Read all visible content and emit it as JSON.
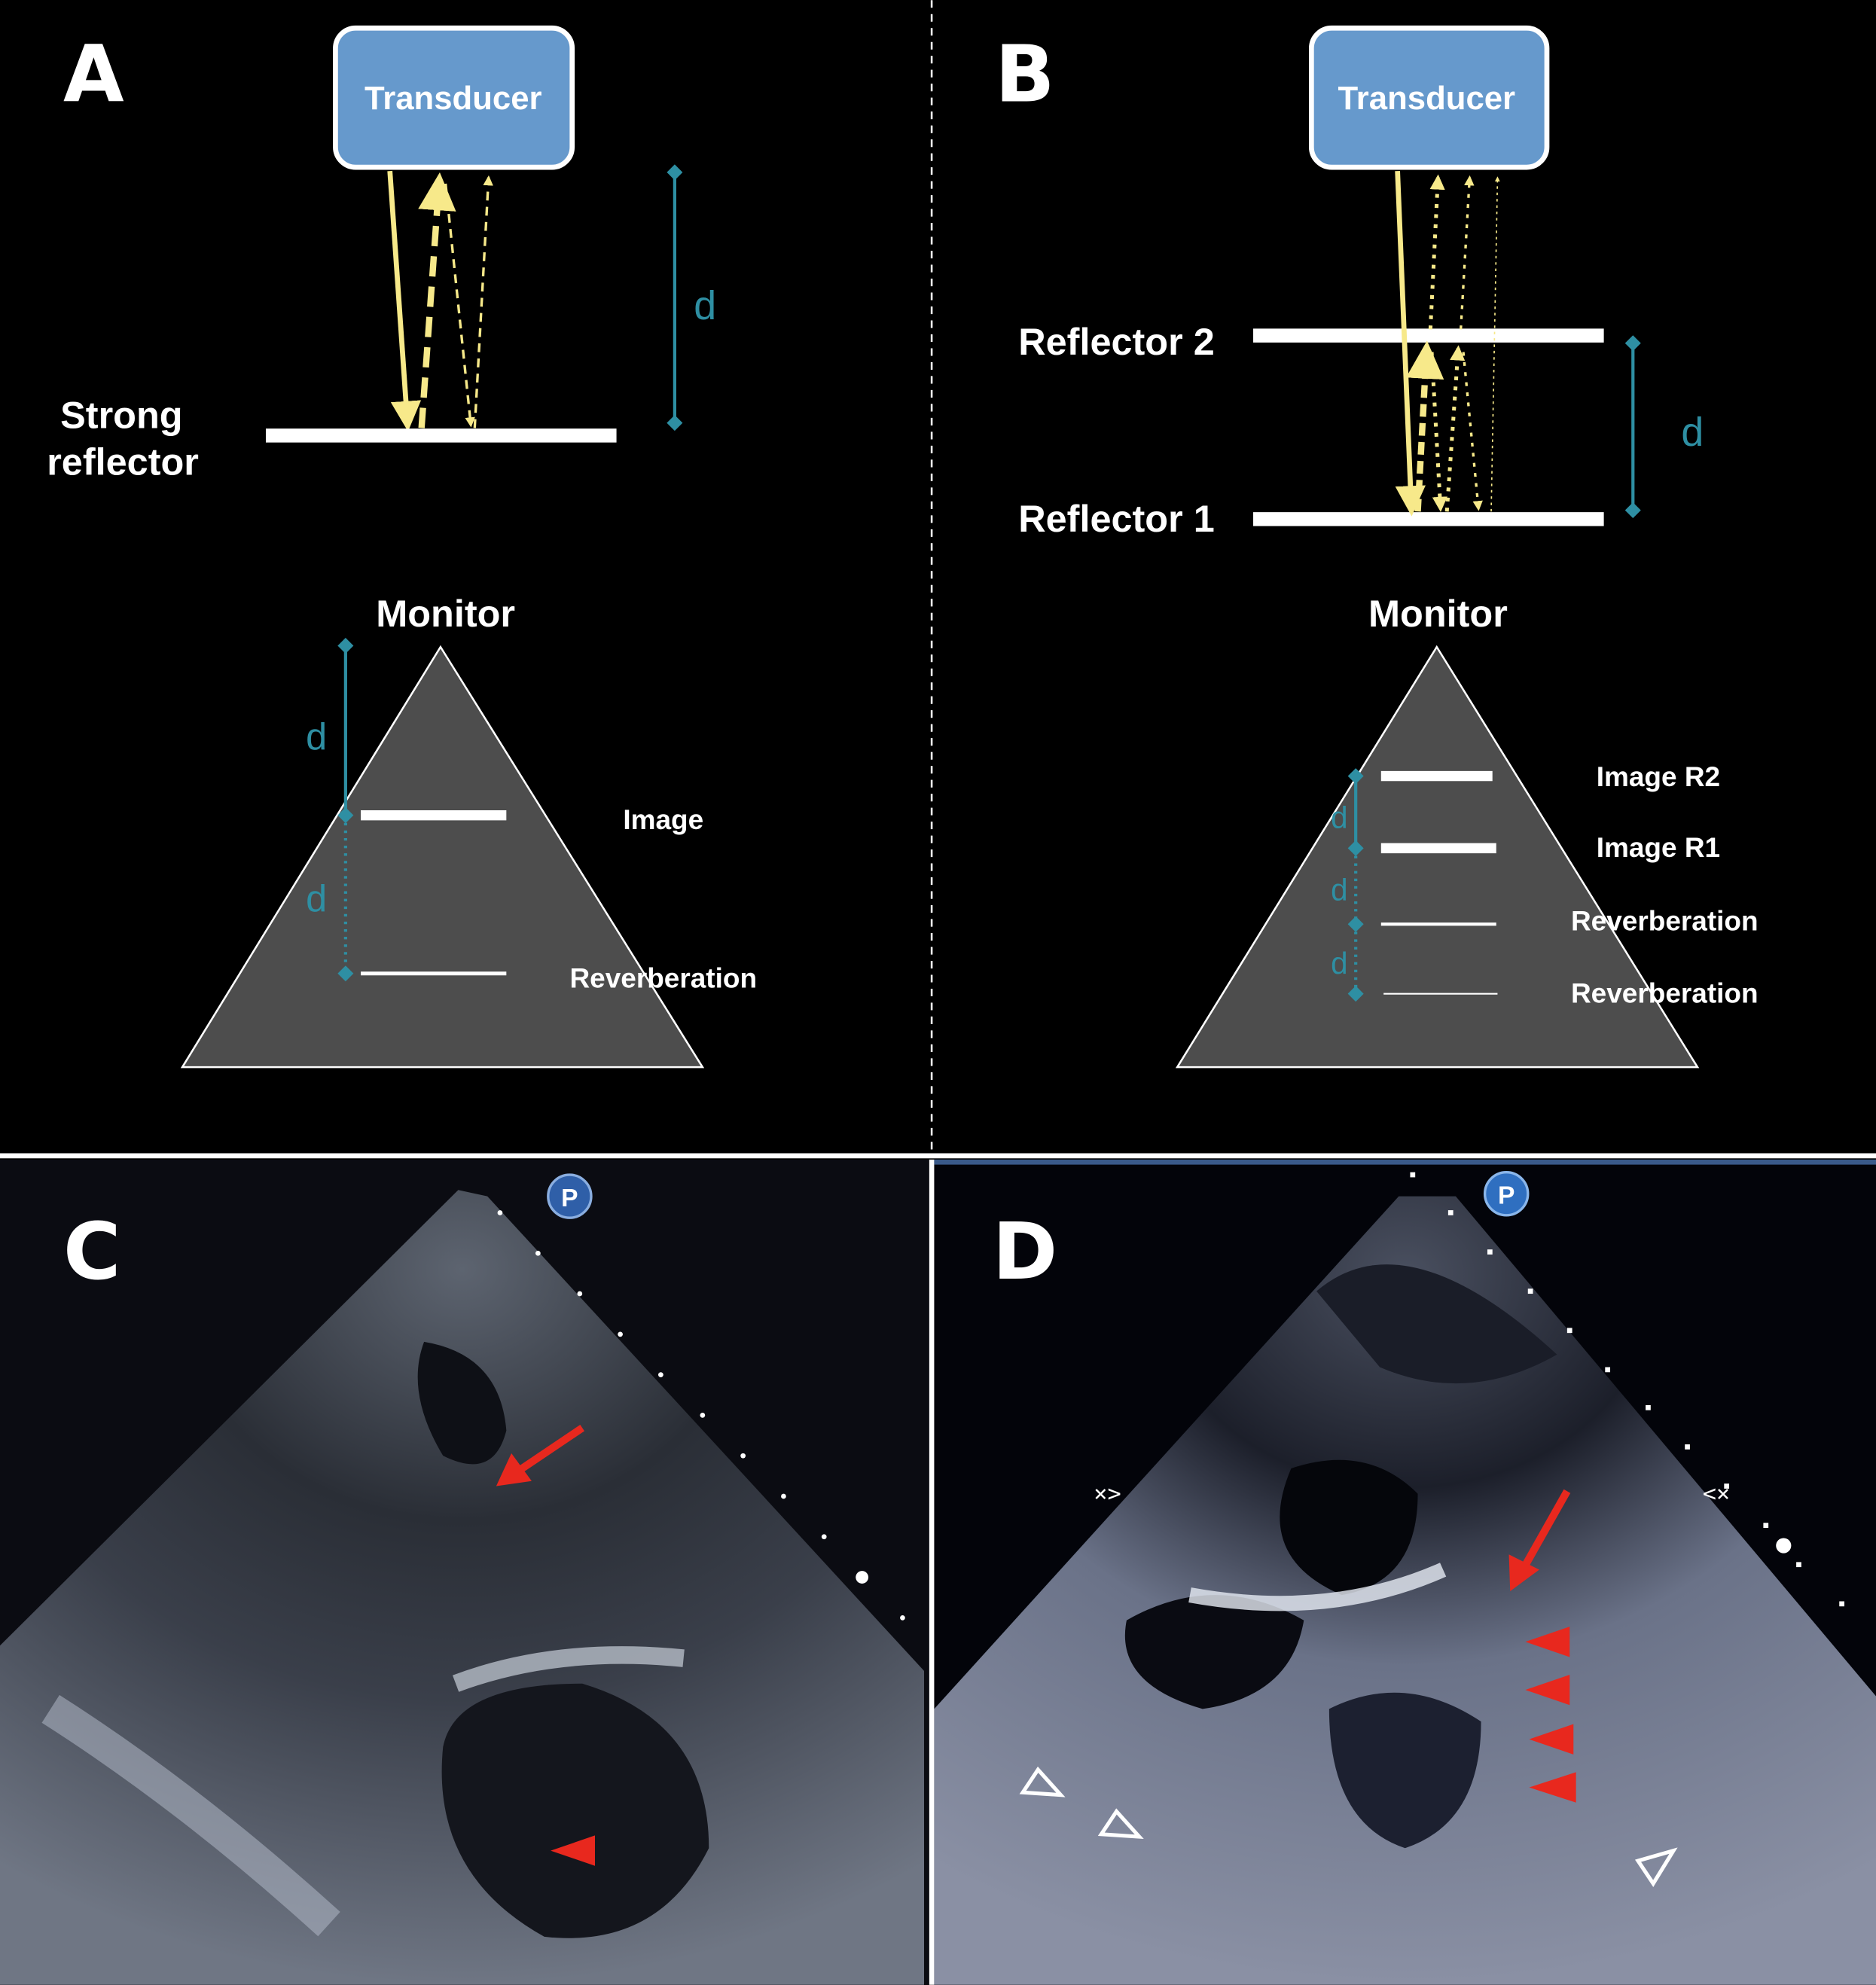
{
  "panels": {
    "a": {
      "letter": "A",
      "transducer": "Transducer",
      "reflector_label_line1": "Strong",
      "reflector_label_line2": "reflector",
      "distance": "d",
      "monitor_title": "Monitor",
      "monitor_d1": "d",
      "monitor_d2": "d",
      "image_label": "Image",
      "reverb_label": "Reverberation"
    },
    "b": {
      "letter": "B",
      "transducer": "Transducer",
      "reflector2": "Reflector 2",
      "reflector1": "Reflector 1",
      "distance": "d",
      "monitor_title": "Monitor",
      "monitor_d1": "d",
      "monitor_d2": "d",
      "monitor_d3": "d",
      "image_r2": "Image R2",
      "image_r1": "Image R1",
      "reverb1": "Reverberation",
      "reverb2": "Reverberation"
    },
    "c": {
      "letter": "C",
      "probe_marker": "P"
    },
    "d": {
      "letter": "D",
      "probe_marker": "P"
    }
  },
  "colors": {
    "transducer": "#6699cc",
    "beam": "#f7e98a",
    "distance": "#2e8fa3",
    "monitor": "#4d4d4d",
    "pointer": "#e8281e"
  }
}
